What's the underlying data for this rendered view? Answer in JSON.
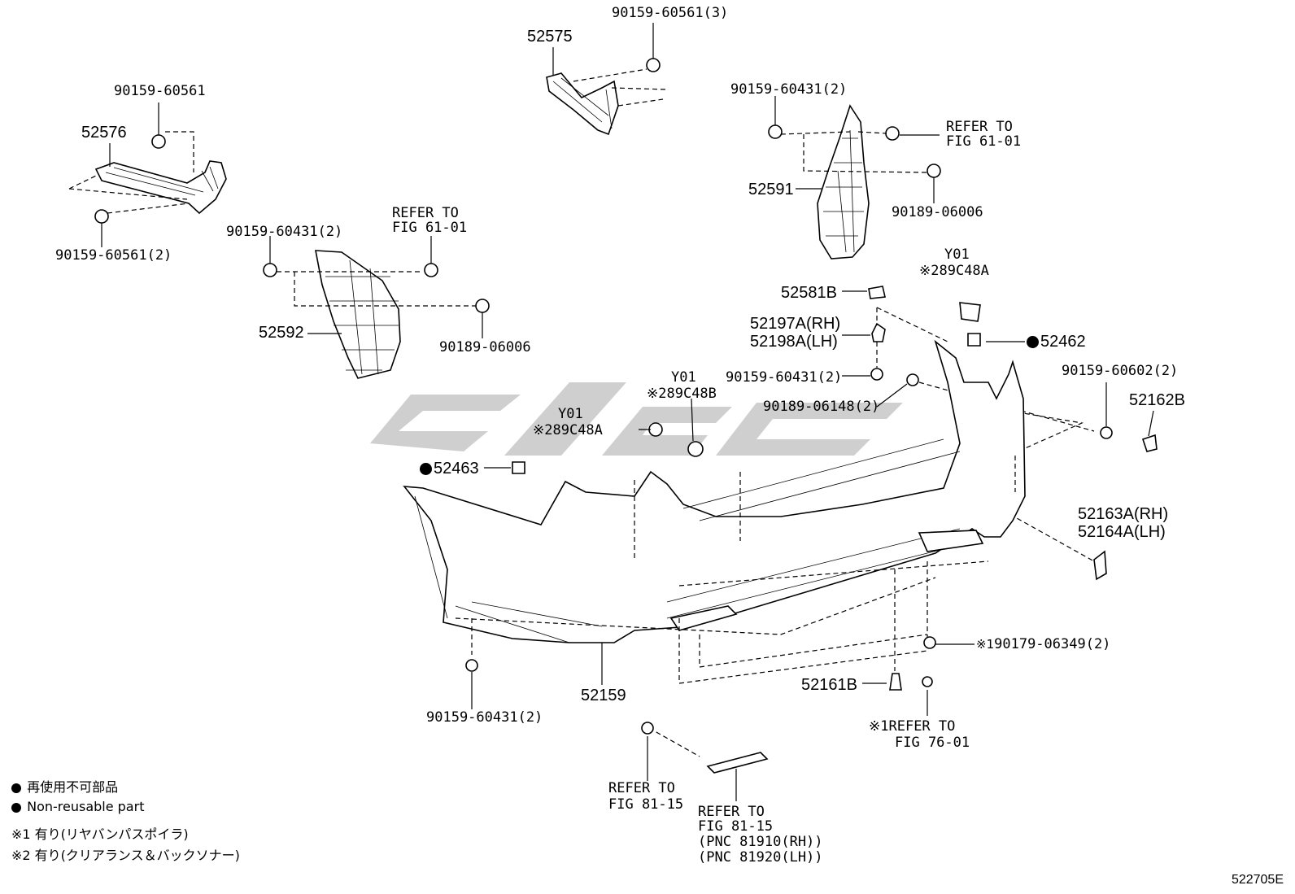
{
  "part_labels": {
    "p52575": "52575",
    "p52576": "52576",
    "p52591": "52591",
    "p52592": "52592",
    "p52581b": "52581B",
    "p52197a": "52197A(RH)",
    "p52198a": "52198A(LH)",
    "p52462": "52462",
    "p52463": "52463",
    "p52162b": "52162B",
    "p52163a": "52163A(RH)",
    "p52164a": "52164A(LH)",
    "p52159": "52159",
    "p52161b": "52161B"
  },
  "fastener_labels": {
    "f_60561_3": "90159-60561(3)",
    "f_60561": "90159-60561",
    "f_60561_2": "90159-60561(2)",
    "f_60431_2_top_right": "90159-60431(2)",
    "f_60431_2_left": "90159-60431(2)",
    "f_60431_2_center": "90159-60431(2)",
    "f_60431_2_bottom": "90159-60431(2)",
    "f_06006_right": "90189-06006",
    "f_06006_left": "90189-06006",
    "f_06148_2": "90189-06148(2)",
    "f_60602_2": "90159-60602(2)",
    "f_06349_2": "90179-06349(2)"
  },
  "option_labels": {
    "y01_a": "Y01",
    "c48a_right": "89C48A",
    "y01_b": "Y01",
    "c48b": "89C48B",
    "y01_c": "Y01",
    "c48a_left": "89C48A",
    "mark2": "※2",
    "mark1": "※1"
  },
  "references": {
    "ref_61_right_1": "REFER TO",
    "ref_61_right_2": "FIG 61-01",
    "ref_61_left_1": "REFER TO",
    "ref_61_left_2": "FIG 61-01",
    "ref_76_1": "REFER TO",
    "ref_76_2": "FIG 76-01",
    "ref_81_a_1": "REFER TO",
    "ref_81_a_2": "FIG 81-15",
    "ref_81_b_1": "REFER TO",
    "ref_81_b_2": "FIG 81-15",
    "ref_81_b_3": "(PNC 81910(RH))",
    "ref_81_b_4": "(PNC 81920(LH))"
  },
  "legend": {
    "nonreusable_jp": "再使用不可部品",
    "nonreusable_en": "Non-reusable part",
    "note1": "※1 有り(リヤバンパスポイラ)",
    "note2": "※2 有り(クリアランス＆バックソナー)"
  },
  "figure_id": "522705E"
}
